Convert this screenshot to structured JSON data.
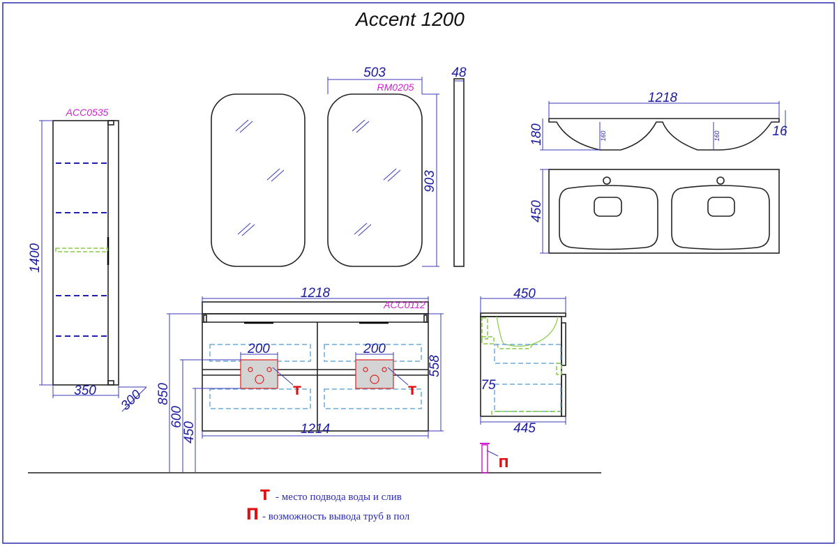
{
  "title": "Accent 1200",
  "colors": {
    "dimension": "#1a1aa0",
    "code": "#d020d0",
    "marker": "#e01010",
    "frame": "#2a2ab0"
  },
  "pencil_case": {
    "code": "ACC0535",
    "height": "1400",
    "width": "350",
    "depth": "300"
  },
  "mirror": {
    "code": "RM0205",
    "width": "503",
    "height": "903",
    "depth": "48"
  },
  "basin_section": {
    "width": "1218",
    "height": "180",
    "rim": "16",
    "bowl_depth_left": "160",
    "bowl_depth_right": "160"
  },
  "basin_top": {
    "depth": "450"
  },
  "vanity_front": {
    "code": "ACC0112",
    "top_width": "1218",
    "body_width": "1214",
    "body_height": "558",
    "floor_to_top": "850",
    "floor_to_upper_pipe": "600",
    "floor_to_lower_pipe": "450",
    "pipe_zone_left": "200",
    "pipe_zone_right": "200",
    "marker_left": "Т",
    "marker_right": "Т"
  },
  "vanity_side": {
    "top_depth": "450",
    "body_depth": "445",
    "offset": "75",
    "marker": "П"
  },
  "legend": [
    {
      "symbol": "Т",
      "text": "- место подвода воды и слив"
    },
    {
      "symbol": "П",
      "text": "- возможность вывода труб в пол"
    }
  ]
}
